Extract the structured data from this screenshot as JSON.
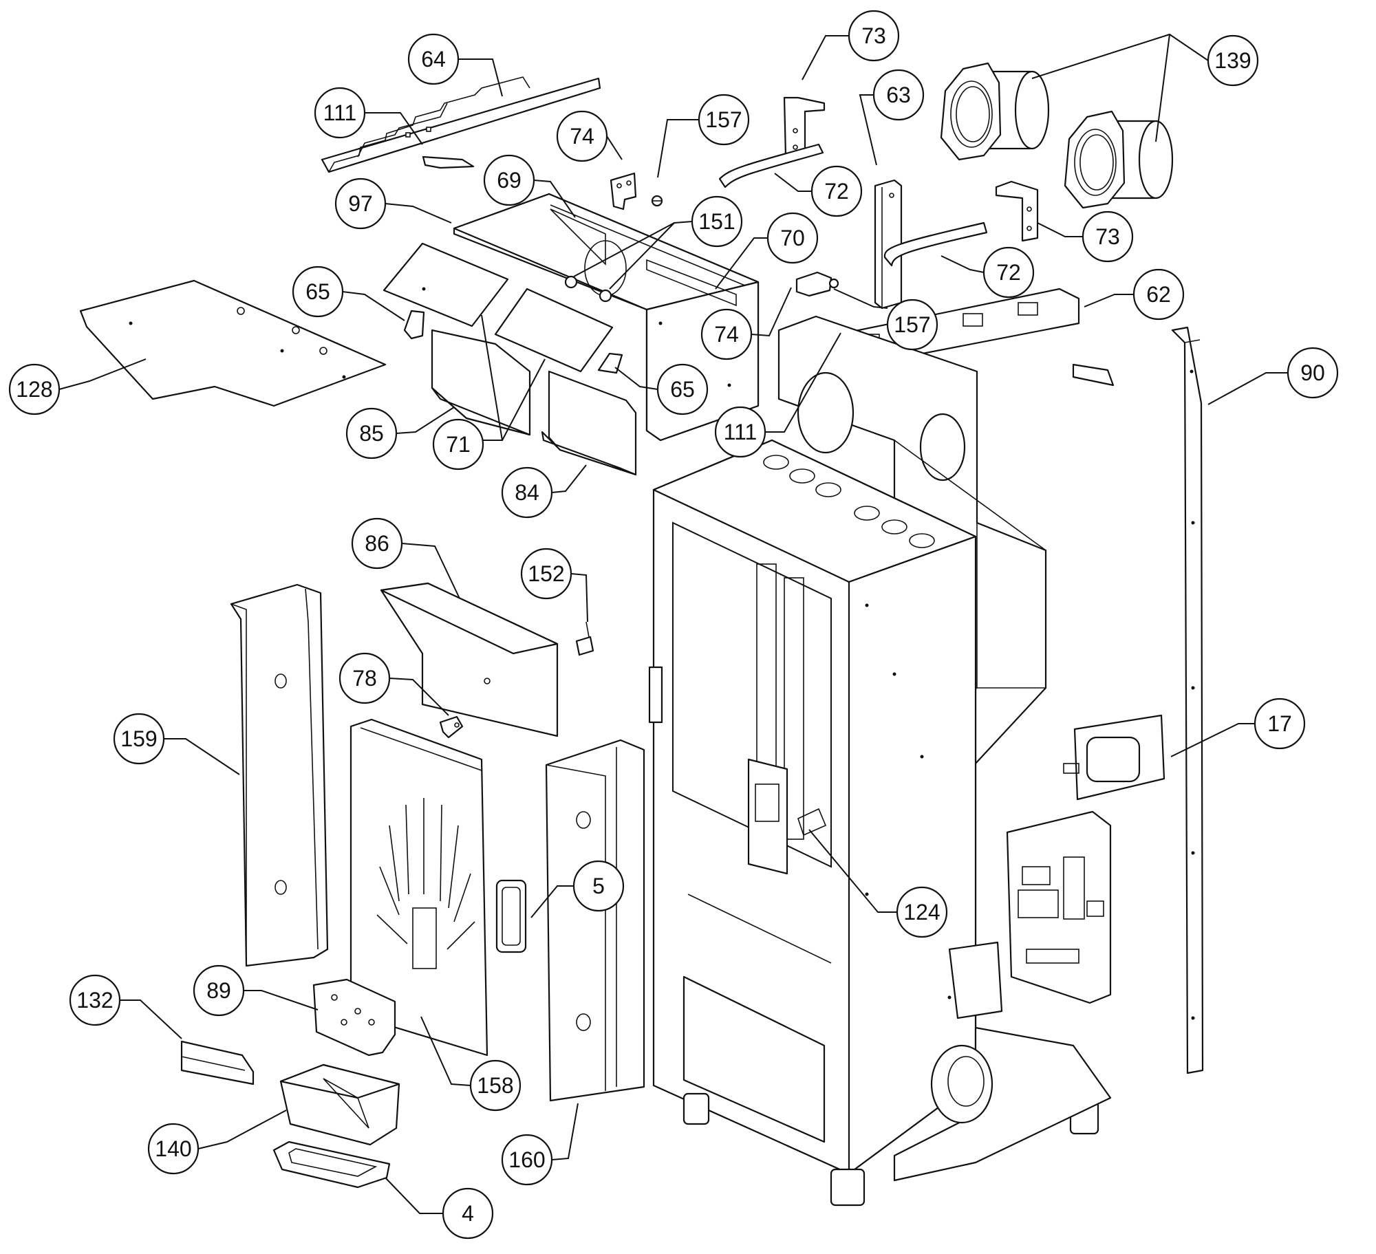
{
  "diagram": {
    "colors": {
      "line": "#111111",
      "background": "#ffffff",
      "shade": "#ebebeb"
    },
    "callouts": [
      {
        "id": "c64",
        "label": "64"
      },
      {
        "id": "c111a",
        "label": "111"
      },
      {
        "id": "c74a",
        "label": "74"
      },
      {
        "id": "c157a",
        "label": "157"
      },
      {
        "id": "c73a",
        "label": "73"
      },
      {
        "id": "c63",
        "label": "63"
      },
      {
        "id": "c139",
        "label": "139"
      },
      {
        "id": "c97",
        "label": "97"
      },
      {
        "id": "c69",
        "label": "69"
      },
      {
        "id": "c151",
        "label": "151"
      },
      {
        "id": "c72a",
        "label": "72"
      },
      {
        "id": "c70",
        "label": "70"
      },
      {
        "id": "c73b",
        "label": "73"
      },
      {
        "id": "c72b",
        "label": "72"
      },
      {
        "id": "c65a",
        "label": "65"
      },
      {
        "id": "c62",
        "label": "62"
      },
      {
        "id": "c74b",
        "label": "74"
      },
      {
        "id": "c157b",
        "label": "157"
      },
      {
        "id": "c128",
        "label": "128"
      },
      {
        "id": "c65b",
        "label": "65"
      },
      {
        "id": "c90",
        "label": "90"
      },
      {
        "id": "c85",
        "label": "85"
      },
      {
        "id": "c111b",
        "label": "111"
      },
      {
        "id": "c71",
        "label": "71"
      },
      {
        "id": "c84",
        "label": "84"
      },
      {
        "id": "c86",
        "label": "86"
      },
      {
        "id": "c152",
        "label": "152"
      },
      {
        "id": "c78",
        "label": "78"
      },
      {
        "id": "c17",
        "label": "17"
      },
      {
        "id": "c159",
        "label": "159"
      },
      {
        "id": "c5",
        "label": "5"
      },
      {
        "id": "c124",
        "label": "124"
      },
      {
        "id": "c132",
        "label": "132"
      },
      {
        "id": "c89",
        "label": "89"
      },
      {
        "id": "c158",
        "label": "158"
      },
      {
        "id": "c140",
        "label": "140"
      },
      {
        "id": "c160",
        "label": "160"
      },
      {
        "id": "c4",
        "label": "4"
      }
    ]
  }
}
